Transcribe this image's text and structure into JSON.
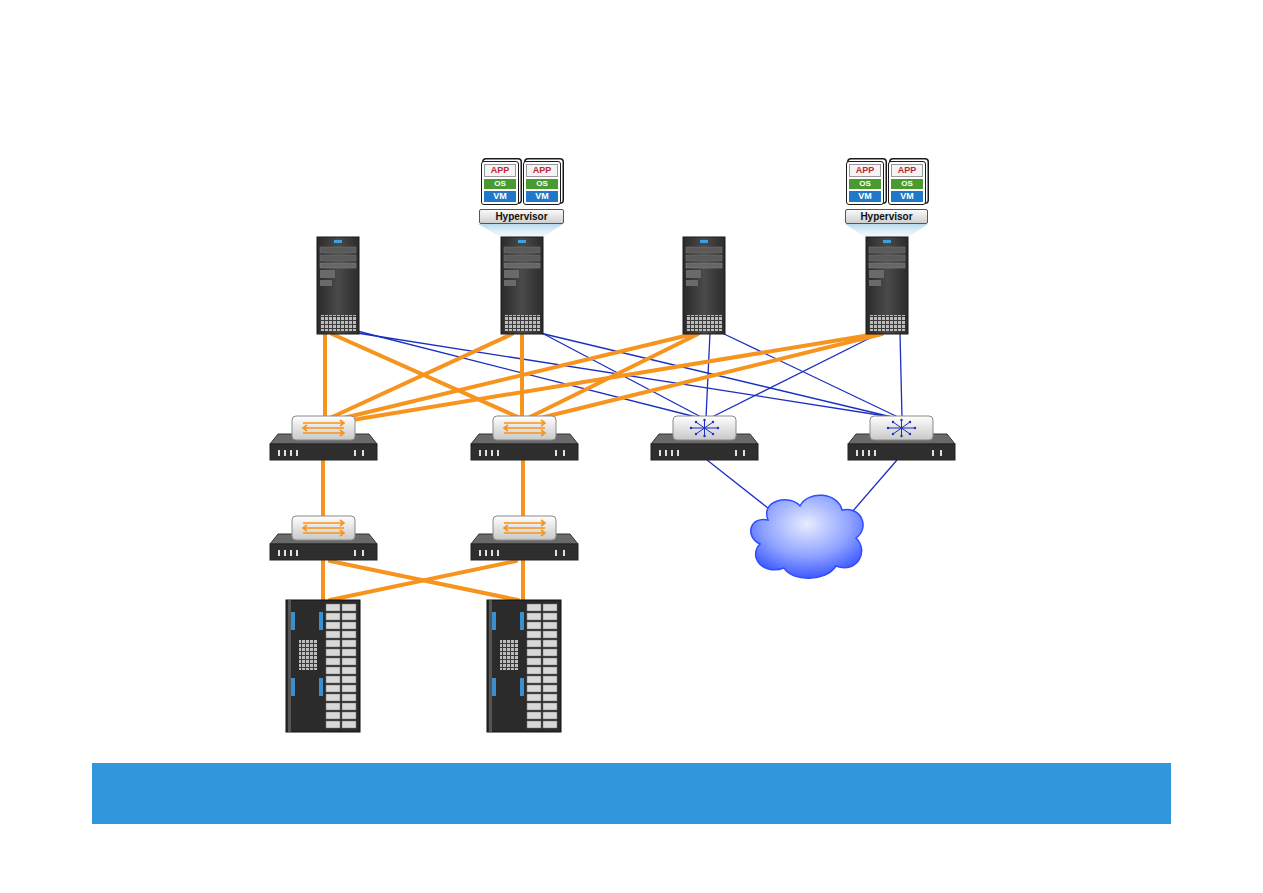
{
  "diagram": {
    "nodes": [
      {
        "text": [
          "APP",
          "OS",
          "VM"
        ]
      },
      {
        "text": [
          "APP",
          "OS",
          "VM"
        ]
      },
      {
        "text": [
          "Hypervisor"
        ]
      },
      {
        "text": [
          "APP",
          "OS",
          "VM"
        ]
      },
      {
        "text": [
          "APP",
          "OS",
          "VM"
        ]
      },
      {
        "text": [
          "Hypervisor"
        ]
      }
    ]
  }
}
